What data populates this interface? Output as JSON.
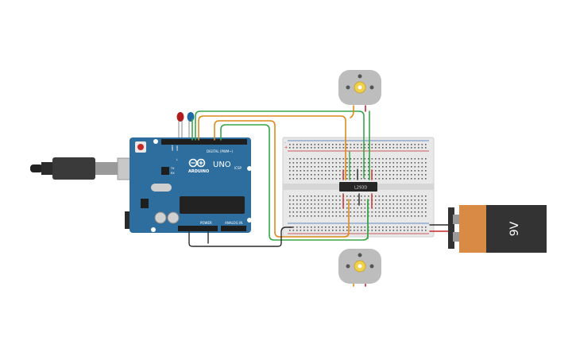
{
  "arduino": {
    "brand": "ARDUINO",
    "model": "UNO",
    "digital_header": "DIGITAL (PWM~)",
    "power_header": "POWER",
    "analog_header": "ANALOG IN",
    "icsp_label": "ICSP",
    "tx_label": "TX",
    "rx_label": "RX",
    "l_label": "L",
    "aref_label": "AREF",
    "gnd_label": "GND",
    "led_colors": [
      "#b01c1c",
      "#1f6aa5"
    ]
  },
  "driver_chip": {
    "label": "L293D"
  },
  "battery": {
    "label": "9V"
  },
  "breadboard": {
    "power_rail_plus": "+",
    "power_rail_minus": "-"
  },
  "motors": [
    {
      "name": "motor-top"
    },
    {
      "name": "motor-bottom"
    }
  ],
  "colors": {
    "board_blue": "#2e6e9e",
    "wire_green": "#3aa64a",
    "wire_orange": "#de8a1c",
    "wire_black": "#2a2a2a",
    "wire_red": "#c62828",
    "battery_orange": "#d98b45",
    "battery_black": "#333333"
  }
}
